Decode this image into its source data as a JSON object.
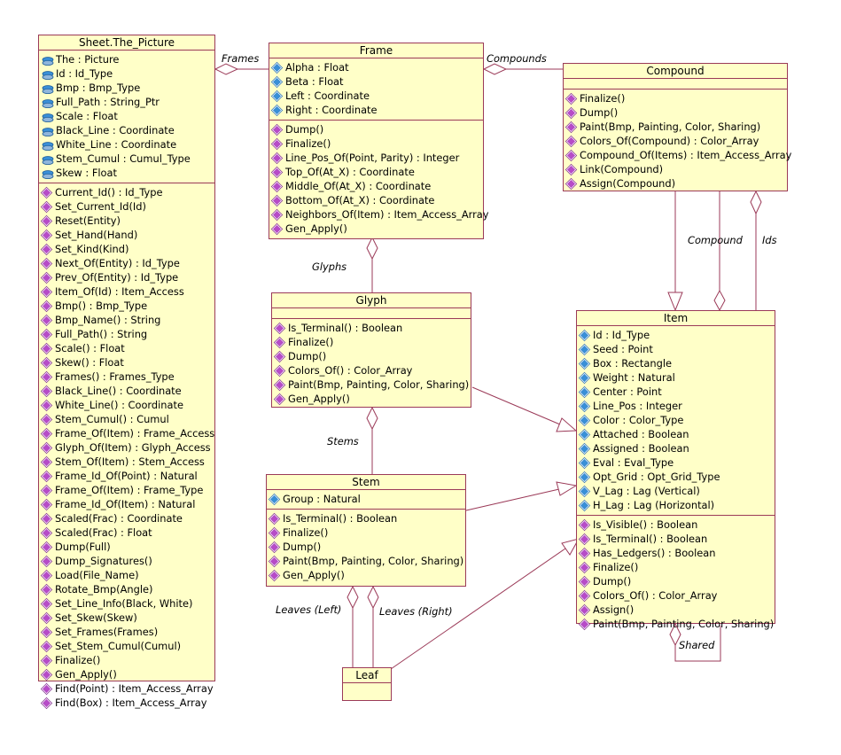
{
  "classes": [
    {
      "id": "sheet",
      "name": "Sheet.The_Picture",
      "attributes": [
        {
          "text": "The : Picture",
          "icon": "reference-attribute-icon"
        },
        {
          "text": "Id : Id_Type",
          "icon": "reference-attribute-icon"
        },
        {
          "text": "Bmp : Bmp_Type",
          "icon": "reference-attribute-icon"
        },
        {
          "text": "Full_Path : String_Ptr",
          "icon": "reference-attribute-icon"
        },
        {
          "text": "Scale : Float",
          "icon": "reference-attribute-icon"
        },
        {
          "text": "Black_Line : Coordinate",
          "icon": "reference-attribute-icon"
        },
        {
          "text": "White_Line : Coordinate",
          "icon": "reference-attribute-icon"
        },
        {
          "text": "Stem_Cumul : Cumul_Type",
          "icon": "reference-attribute-icon"
        },
        {
          "text": "Skew : Float",
          "icon": "reference-attribute-icon"
        }
      ],
      "operations": [
        "Current_Id() : Id_Type",
        "Set_Current_Id(Id)",
        "Reset(Entity)",
        "Set_Hand(Hand)",
        "Set_Kind(Kind)",
        "Next_Of(Entity) : Id_Type",
        "Prev_Of(Entity) : Id_Type",
        "Item_Of(Id) : Item_Access",
        "Bmp() : Bmp_Type",
        "Bmp_Name() : String",
        "Full_Path() : String",
        "Scale() : Float",
        "Skew() : Float",
        "Frames() : Frames_Type",
        "Black_Line() : Coordinate",
        "White_Line() : Coordinate",
        "Stem_Cumul() : Cumul",
        "Frame_Of(Item) : Frame_Access",
        "Glyph_Of(Item) : Glyph_Access",
        "Stem_Of(Item) : Stem_Access",
        "Frame_Id_Of(Point) : Natural",
        "Frame_Of(Item) : Frame_Type",
        "Frame_Id_Of(Item) : Natural",
        "Scaled(Frac) : Coordinate",
        "Scaled(Frac) : Float",
        "Dump(Full)",
        "Dump_Signatures()",
        "Load(File_Name)",
        "Rotate_Bmp(Angle)",
        "Set_Line_Info(Black, White)",
        "Set_Skew(Skew)",
        "Set_Frames(Frames)",
        "Set_Stem_Cumul(Cumul)",
        "Finalize()",
        "Gen_Apply()",
        "Find(Point) : Item_Access_Array",
        "Find(Box) : Item_Access_Array"
      ]
    },
    {
      "id": "frame",
      "name": "Frame",
      "attributes": [
        {
          "text": "Alpha : Float",
          "icon": "attribute-icon"
        },
        {
          "text": "Beta : Float",
          "icon": "attribute-icon"
        },
        {
          "text": "Left : Coordinate",
          "icon": "attribute-icon"
        },
        {
          "text": "Right : Coordinate",
          "icon": "attribute-icon"
        }
      ],
      "operations": [
        "Dump()",
        "Finalize()",
        "Line_Pos_Of(Point, Parity) : Integer",
        "Top_Of(At_X) : Coordinate",
        "Middle_Of(At_X) : Coordinate",
        "Bottom_Of(At_X) : Coordinate",
        "Neighbors_Of(Item) : Item_Access_Array",
        "Gen_Apply()"
      ]
    },
    {
      "id": "compound",
      "name": "Compound",
      "attributes": [],
      "operations": [
        "Finalize()",
        "Dump()",
        "Paint(Bmp, Painting, Color, Sharing)",
        "Colors_Of(Compound) : Color_Array",
        "Compound_Of(Items) : Item_Access_Array",
        "Link(Compound)",
        "Assign(Compound)"
      ]
    },
    {
      "id": "glyph",
      "name": "Glyph",
      "attributes": [],
      "operations": [
        "Is_Terminal() : Boolean",
        "Finalize()",
        "Dump()",
        "Colors_Of() : Color_Array",
        "Paint(Bmp, Painting, Color, Sharing)",
        "Gen_Apply()"
      ]
    },
    {
      "id": "stem",
      "name": "Stem",
      "attributes": [
        {
          "text": "Group : Natural",
          "icon": "attribute-icon"
        }
      ],
      "operations": [
        "Is_Terminal() : Boolean",
        "Finalize()",
        "Dump()",
        "Paint(Bmp, Painting, Color, Sharing)",
        "Gen_Apply()"
      ]
    },
    {
      "id": "item",
      "name": "Item",
      "attributes": [
        {
          "text": "Id : Id_Type",
          "icon": "attribute-icon"
        },
        {
          "text": "Seed : Point",
          "icon": "attribute-icon"
        },
        {
          "text": "Box : Rectangle",
          "icon": "attribute-icon"
        },
        {
          "text": "Weight : Natural",
          "icon": "attribute-icon"
        },
        {
          "text": "Center : Point",
          "icon": "attribute-icon"
        },
        {
          "text": "Line_Pos : Integer",
          "icon": "attribute-icon"
        },
        {
          "text": "Color : Color_Type",
          "icon": "attribute-icon"
        },
        {
          "text": "Attached : Boolean",
          "icon": "attribute-icon"
        },
        {
          "text": "Assigned : Boolean",
          "icon": "attribute-icon"
        },
        {
          "text": "Eval : Eval_Type",
          "icon": "attribute-icon"
        },
        {
          "text": "Opt_Grid : Opt_Grid_Type",
          "icon": "attribute-icon"
        },
        {
          "text": "V_Lag : Lag (Vertical)",
          "icon": "attribute-icon"
        },
        {
          "text": "H_Lag : Lag (Horizontal)",
          "icon": "attribute-icon"
        }
      ],
      "operations": [
        "Is_Visible() : Boolean",
        "Is_Terminal() : Boolean",
        "Has_Ledgers() : Boolean",
        "Finalize()",
        "Dump()",
        "Colors_Of() : Color_Array",
        "Assign()",
        "Paint(Bmp, Painting, Color, Sharing)"
      ]
    },
    {
      "id": "leaf",
      "name": "Leaf",
      "attributes": [],
      "operations": []
    }
  ],
  "associations": {
    "frames": "Frames",
    "compounds": "Compounds",
    "glyphs": "Glyphs",
    "stems": "Stems",
    "compound": "Compound",
    "ids": "Ids",
    "leaves_left": "Leaves (Left)",
    "leaves_right": "Leaves (Right)",
    "shared": "Shared"
  },
  "colors": {
    "class_fill": "#ffffc8",
    "class_border": "#9b3a58",
    "attribute_icon": "#3a8fd6",
    "operation_icon": "#b64cc7"
  }
}
